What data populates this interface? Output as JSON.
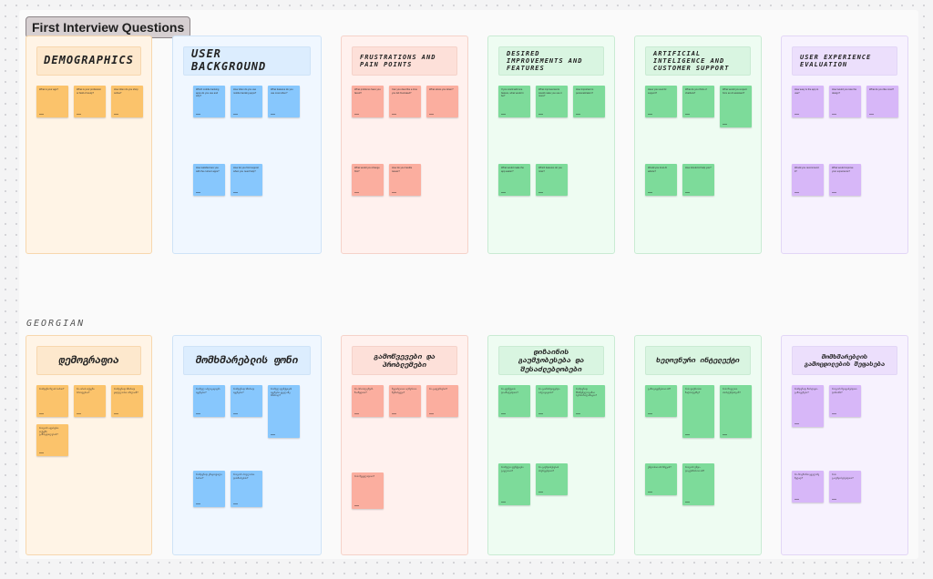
{
  "board_title": "First Interview Questions",
  "section_label": "GEORGIAN",
  "colors": {
    "orange": {
      "bg": "#fff4e6",
      "border": "#f7d7ae",
      "head": "#fde8cd",
      "note": "#fbc36b"
    },
    "blue": {
      "bg": "#f0f7ff",
      "border": "#cfe3f7",
      "head": "#dcedfe",
      "note": "#87c7fd"
    },
    "red": {
      "bg": "#fff1ee",
      "border": "#f5d2c9",
      "head": "#fde0d9",
      "note": "#fbae9f"
    },
    "green": {
      "bg": "#eefcf2",
      "border": "#c9ebd3",
      "head": "#d9f5e1",
      "note": "#7ddb9a"
    },
    "purple": {
      "bg": "#f7f2fe",
      "border": "#e2d6f6",
      "head": "#ecdffc",
      "note": "#d7b7f8"
    }
  },
  "english": [
    {
      "title": "DEMOGRAPHICS",
      "color": "orange",
      "notes": [
        "What is your age?",
        "What is your profession or field of study?",
        "How often do you shop online?"
      ]
    },
    {
      "title": "USER BACKGROUND",
      "color": "blue",
      "notes": [
        "Which mobile banking apps do you use and why?",
        "How often do you use mobile banking apps?",
        "What features do you use most often?",
        "How satisfied are you with the current apps?",
        "How do you find support when you need help?"
      ]
    },
    {
      "title": "FRUSTRATIONS AND PAIN POINTS",
      "color": "red",
      "notes": [
        "What problems have you faced?",
        "Can you describe a time you felt frustrated?",
        "What slows you down?",
        "What would you change first?",
        "How do you handle issues?"
      ]
    },
    {
      "title": "DESIRED IMPROVEMENTS AND FEATURES",
      "color": "green",
      "notes": [
        "If you could add one feature, what would it be?",
        "What improvements would make you use it more?",
        "How important is personalization?",
        "What would make the app easier?",
        "Which features do you miss?"
      ]
    },
    {
      "title": "ARTIFICIAL INTELIGENCE AND CUSTOMER SUPPORT",
      "color": "green",
      "notes": [
        "Have you used AI support?",
        "What do you think of chatbots?",
        "What would you expect from an AI assistant?",
        "Would you trust AI advice?",
        "How should AI help you?"
      ]
    },
    {
      "title": "USER EXPERIENCE EVALUATION",
      "color": "purple",
      "notes": [
        "How easy is the app to use?",
        "How would you rate the design?",
        "What do you like most?",
        "Would you recommend it?",
        "What would improve your experience?"
      ]
    }
  ],
  "georgian": [
    {
      "title": "დემოგრაფია",
      "color": "orange",
      "notes": [
        "რამდენი წლის ხართ?",
        "რა არის თქვენი პროფესია?",
        "რამდენად ხშირად ყიდულობთ ონლაინ?",
        "როგორ აფასებთ თქვენს გამოცდილებას?"
      ]
    },
    {
      "title": "მომხმარებლის ფონი",
      "color": "blue",
      "notes": [
        "რომელ აპლიკაციებს იყენებთ?",
        "რამდენად ხშირად იყენებთ?",
        "რომელ ფუნქციებს იყენებთ ყველაზე ხშირად?",
        "რამდენად კმაყოფილი ხართ?",
        "როგორ პოულობთ დახმარებას?"
      ]
    },
    {
      "title": "გამოწვევები და პრობლემები",
      "color": "red",
      "notes": [
        "რა პრობლემებს წააწყდით?",
        "შეგიძლიათ აღწეროთ შემთხვევა?",
        "რა გაფერხებთ?",
        "რას შეცვლიდით?"
      ]
    },
    {
      "title": "დიზაინის გაუმჯობესება და შესაძლებლობები",
      "color": "green",
      "notes": [
        "რა ფუნქციას დაამატებდით?",
        "რა გაამარტივებდა აპლიკაციას?",
        "რამდენად მნიშვნელოვანია პერსონალიზაცია?",
        "რომელი ფუნქციები გაკლიათ?",
        "რა გაუმჯობესებას ისურვებდით?"
      ]
    },
    {
      "title": "ხელოვნური ინტელექტი",
      "color": "green",
      "notes": [
        "გამოგიყენებიათ AI?",
        "რას ფიქრობთ ჩატბოტებზე?",
        "რას მოელით ასისტენტისგან?",
        "ენდობით AI რჩევას?",
        "როგორ უნდა დაგეხმაროთ AI?"
      ]
    },
    {
      "title": "მომხმარებლის გამოცდილების შეფასება",
      "color": "purple",
      "notes": [
        "რამდენად მარტივია გამოყენება?",
        "როგორ შეაფასებდით დიზაინს?",
        "რა მოგწონთ ყველაზე მეტად?",
        "რას გააუმჯობესებდით?"
      ]
    }
  ]
}
